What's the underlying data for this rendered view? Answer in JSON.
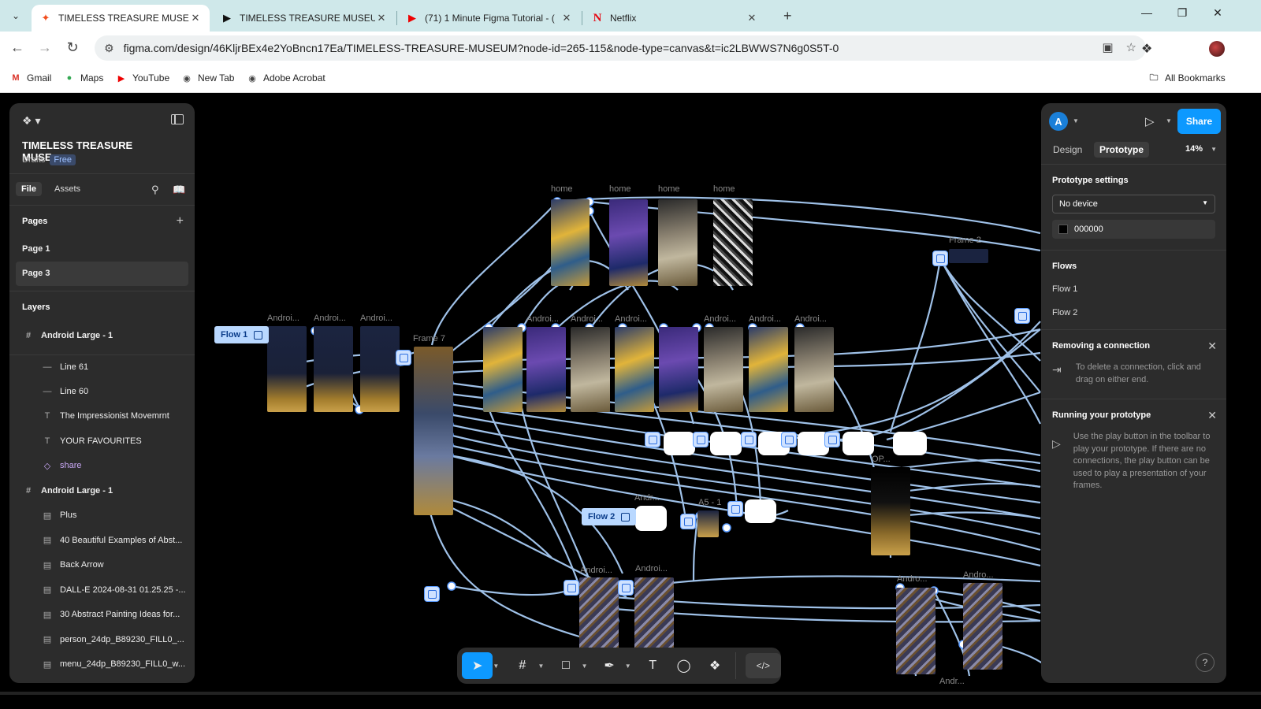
{
  "browser": {
    "tabs": [
      {
        "title": "TIMELESS TREASURE MUSEUM",
        "icon": "figma-icon",
        "active": true
      },
      {
        "title": "TIMELESS TREASURE MUSEUM",
        "icon": "play-icon",
        "active": false
      },
      {
        "title": "(71) 1 Minute Figma Tutorial - (",
        "icon": "youtube-icon",
        "active": false
      },
      {
        "title": "Netflix",
        "icon": "netflix-icon",
        "active": false
      }
    ],
    "url": "figma.com/design/46KljrBEx4e2YoBncn17Ea/TIMELESS-TREASURE-MUSEUM?node-id=265-115&node-type=canvas&t=ic2LBWWS7N6g0S5T-0",
    "bookmarks": [
      {
        "label": "Gmail",
        "icon": "gmail-icon"
      },
      {
        "label": "Maps",
        "icon": "maps-icon"
      },
      {
        "label": "YouTube",
        "icon": "youtube-icon"
      },
      {
        "label": "New Tab",
        "icon": "globe-icon"
      },
      {
        "label": "Adobe Acrobat",
        "icon": "globe-icon"
      }
    ],
    "all_bookmarks": "All Bookmarks"
  },
  "left": {
    "file_title": "TIMELESS TREASURE MUSE...",
    "drafts": "Drafts",
    "plan": "Free",
    "tabs": [
      "File",
      "Assets"
    ],
    "pages_heading": "Pages",
    "pages": [
      "Page 1",
      "Page 3"
    ],
    "layers_heading": "Layers",
    "layers": [
      {
        "label": "Android Large - 1",
        "kind": "frame"
      },
      {
        "label": "Line 61",
        "kind": "line"
      },
      {
        "label": "Line 60",
        "kind": "line"
      },
      {
        "label": "The Impressionist Movemrnt",
        "kind": "text"
      },
      {
        "label": "YOUR FAVOURITES",
        "kind": "text"
      },
      {
        "label": "share",
        "kind": "component"
      },
      {
        "label": "Android Large - 1",
        "kind": "frame"
      },
      {
        "label": "Plus",
        "kind": "image"
      },
      {
        "label": "40 Beautiful Examples of Abst...",
        "kind": "image"
      },
      {
        "label": "Back Arrow",
        "kind": "image"
      },
      {
        "label": "DALL-E 2024-08-31 01.25.25 -...",
        "kind": "image"
      },
      {
        "label": "30 Abstract Painting Ideas for...",
        "kind": "image"
      },
      {
        "label": "person_24dp_B89230_FILL0_...",
        "kind": "image"
      },
      {
        "label": "menu_24dp_B89230_FILL0_w...",
        "kind": "image"
      }
    ]
  },
  "canvas": {
    "home_labels": [
      "home",
      "home",
      "home",
      "home"
    ],
    "frame_labels": [
      "Androi...",
      "Androi...",
      "Androi...",
      "Frame 7",
      "Androi...",
      "Androi...",
      "Androi...",
      "Androi...",
      "Androi...",
      "Androi...",
      "Frame 2",
      "Andr...",
      "A5 - 1",
      "OP...",
      "Androi...",
      "Androi...",
      "Andro...",
      "Andro...",
      "Andr..."
    ],
    "flow_tags": [
      "Flow 1",
      "Flow 2"
    ]
  },
  "right": {
    "avatar": "A",
    "share": "Share",
    "tabs": [
      "Design",
      "Prototype"
    ],
    "zoom": "14%",
    "proto_settings": "Prototype settings",
    "device": "No device",
    "bg_color": "000000",
    "flows_heading": "Flows",
    "flows": [
      "Flow 1",
      "Flow 2"
    ],
    "removing_title": "Removing a connection",
    "removing_text": "To delete a connection, click and drag on either end.",
    "running_title": "Running your prototype",
    "running_text": "Use the play button in the toolbar to play your prototype. If there are no connections, the play button can be used to play a presentation of your frames."
  }
}
